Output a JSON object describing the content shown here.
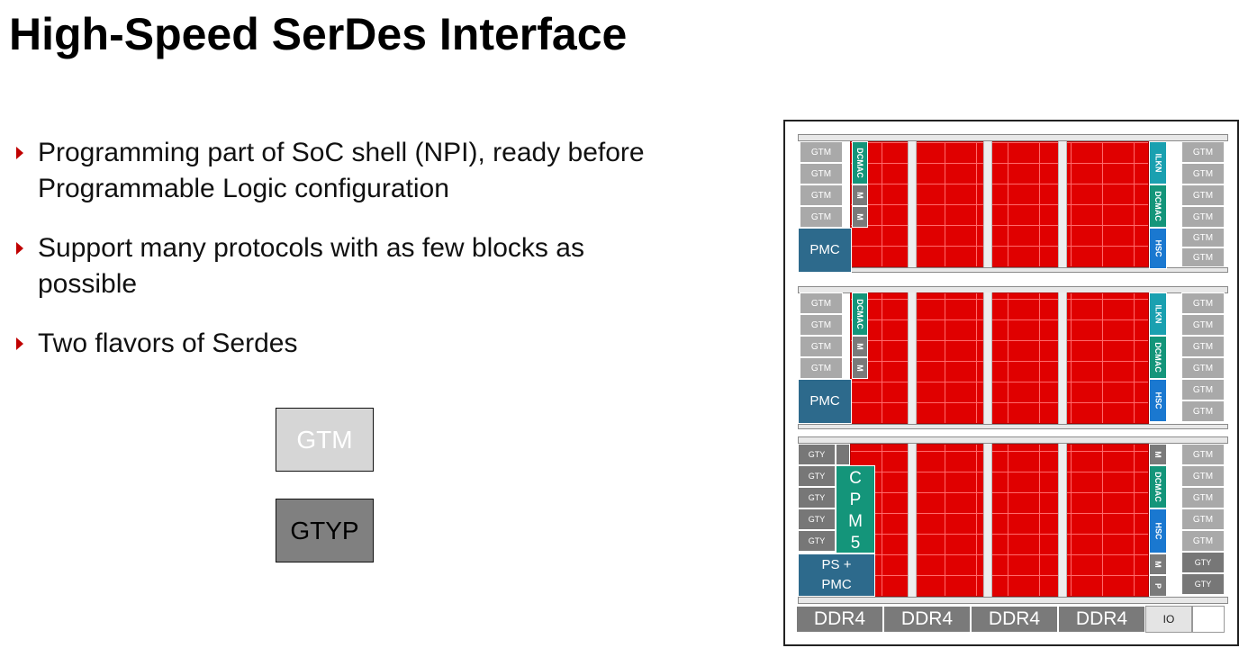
{
  "title": "High-Speed SerDes Interface",
  "bullets": [
    "Programming part of SoC shell (NPI), ready before Programmable Logic configuration",
    "Support many protocols with as few blocks as possible",
    "Two flavors of Serdes"
  ],
  "legend": {
    "gtm": "GTM",
    "gtyp": "GTYP"
  },
  "colors": {
    "fabric": "#e00000",
    "gtm": "#a9a9a9",
    "gty": "#777777",
    "pmc": "#2d6a8c",
    "dcmac": "#14957a",
    "hsc": "#1a78d0",
    "bullet": "#c00000"
  },
  "chip": {
    "gtm_label": "GTM",
    "gty_label": "GTY",
    "pmc_label": "PMC",
    "ps_pmc_line1": "PS +",
    "ps_pmc_line2": "PMC",
    "dcmac_label": "DCMAC",
    "ilkn_label": "ILKN",
    "hsc_label": "HSC",
    "m_label": "M",
    "p_label": "P",
    "cpm_chars": [
      "C",
      "P",
      "M",
      "5"
    ],
    "ddr": [
      "DDR4",
      "DDR4",
      "DDR4",
      "DDR4"
    ],
    "io_label": "IO"
  }
}
